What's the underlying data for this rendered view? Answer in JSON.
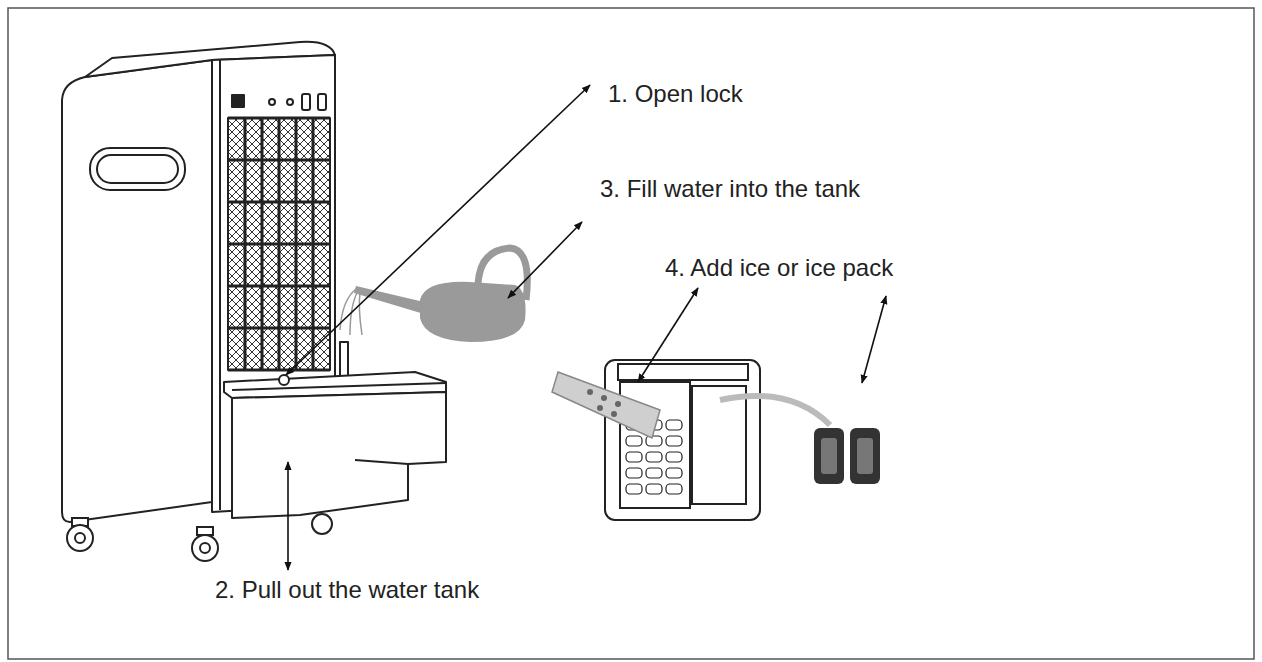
{
  "diagram": {
    "labels": [
      "1. Open lock",
      "3. Fill water into the tank",
      "4. Add ice or ice pack",
      "2. Pull out the water tank"
    ]
  }
}
